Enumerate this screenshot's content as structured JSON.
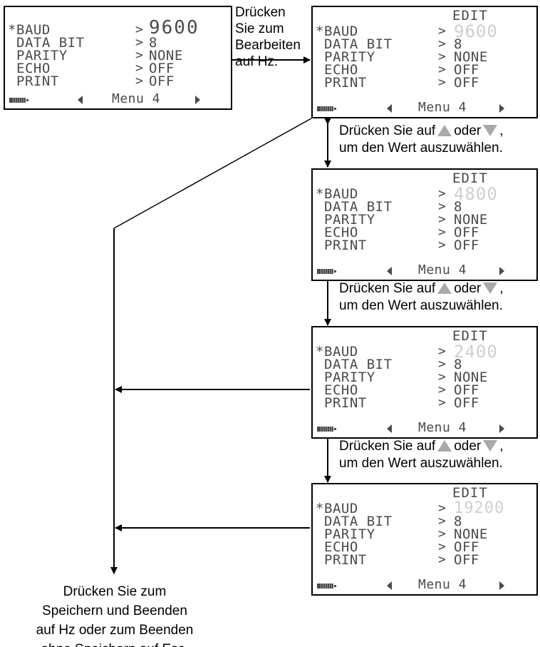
{
  "top_caption": [
    "Drücken",
    "Sie zum",
    "Bearbeiten",
    "auf Hz."
  ],
  "step_caption": {
    "line1_before": "Drücken Sie auf",
    "line1_middle": "oder",
    "line1_after": ",",
    "line2": "um den Wert auszuwählen."
  },
  "final_caption": [
    "Drücken Sie zum",
    "Speichern und Beenden",
    "auf Hz oder zum Beenden",
    "ohne Speichern auf Esc."
  ],
  "menu": {
    "star": "*",
    "edit_label": "EDIT",
    "footer_label": "Menu 4",
    "separator": ">",
    "rows": [
      {
        "label": "BAUD"
      },
      {
        "label": "DATA BIT",
        "value": "8"
      },
      {
        "label": "PARITY",
        "value": "NONE"
      },
      {
        "label": "ECHO",
        "value": "OFF"
      },
      {
        "label": "PRINT",
        "value": "OFF"
      }
    ]
  },
  "screens": [
    {
      "id": "initial",
      "edit": false,
      "baud": "9600"
    },
    {
      "id": "edit-1",
      "edit": true,
      "baud": "9600"
    },
    {
      "id": "edit-2",
      "edit": true,
      "baud": "4800"
    },
    {
      "id": "edit-3",
      "edit": true,
      "baud": "2400"
    },
    {
      "id": "edit-4",
      "edit": true,
      "baud": "19200"
    }
  ],
  "colors": {
    "line": "#000000",
    "lcd_text": "#4a4a4a",
    "lcd_faint": "#cfcfcf",
    "button_gray": "#a9a9a9"
  }
}
